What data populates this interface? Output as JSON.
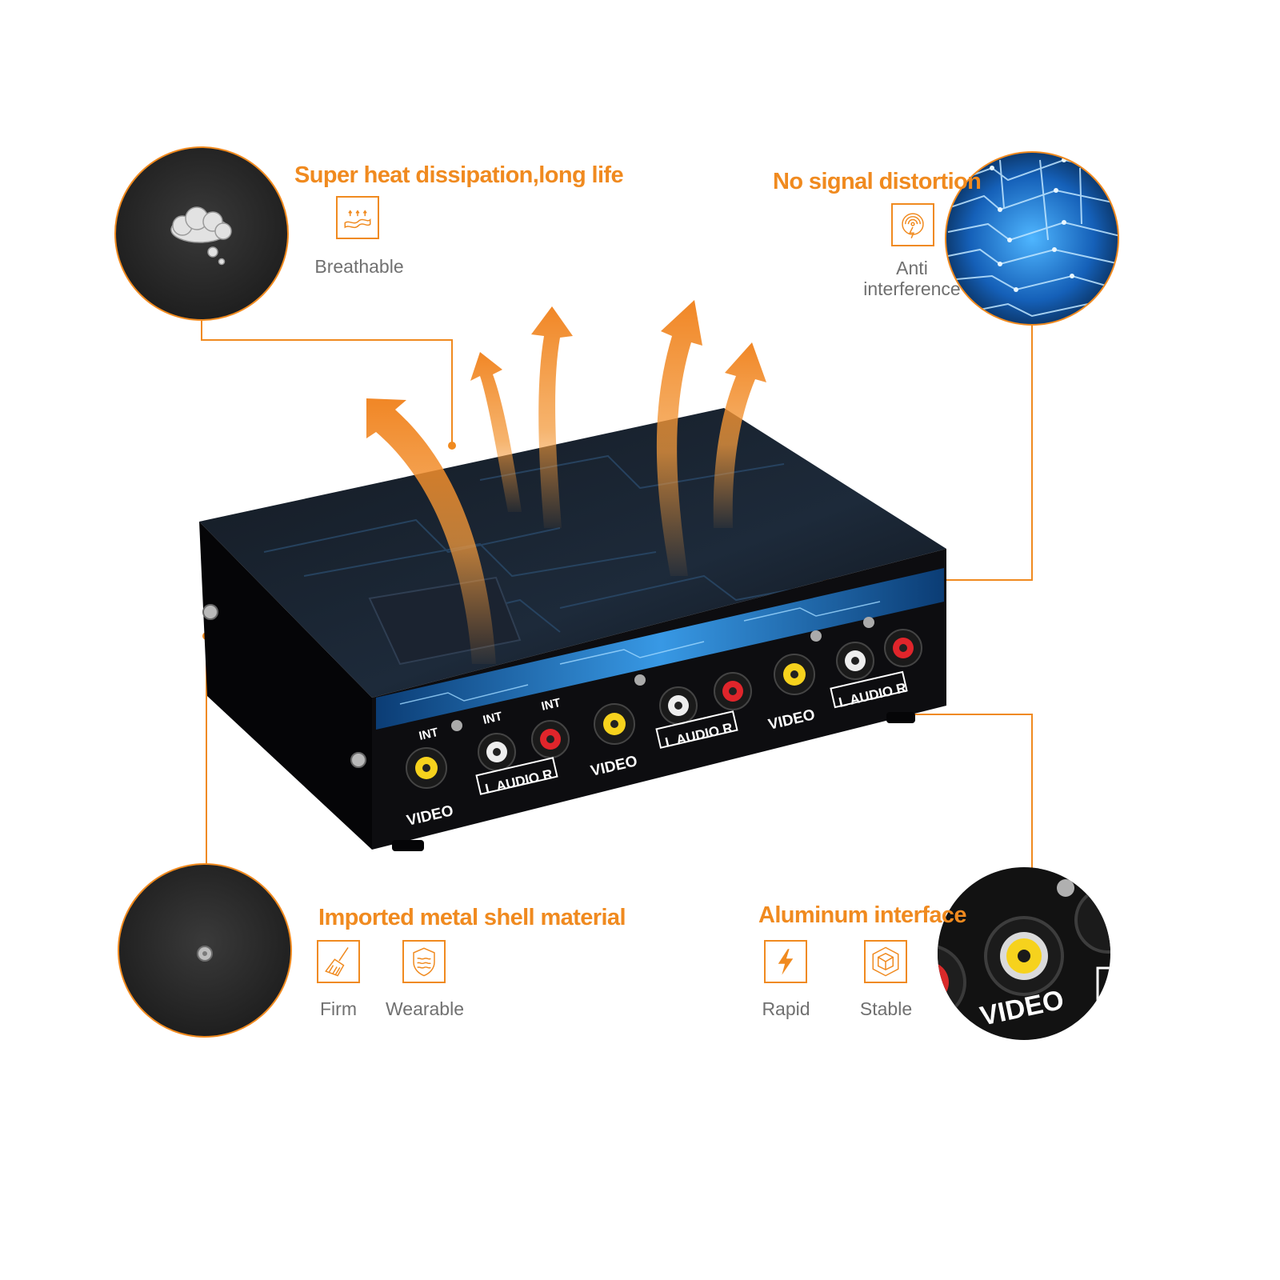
{
  "colors": {
    "accent": "#f08a1f",
    "label_gray": "#707070",
    "device_black": "#0d0d10",
    "circuit_blue": "#2f8fe0",
    "heat_orange": "#f39a3c"
  },
  "callouts": {
    "heat": {
      "title": "Super heat dissipation,long life",
      "icon": "breathable-icon",
      "label": "Breathable"
    },
    "signal": {
      "title": "No signal distortion",
      "icon": "anti-interference-icon",
      "label_line1": "Anti",
      "label_line2": "interference"
    },
    "shell": {
      "title": "Imported metal shell material",
      "features": [
        {
          "icon": "broom-icon",
          "label": "Firm"
        },
        {
          "icon": "wave-shield-icon",
          "label": "Wearable"
        }
      ]
    },
    "interface": {
      "title": "Aluminum interface",
      "features": [
        {
          "icon": "lightning-icon",
          "label": "Rapid"
        },
        {
          "icon": "cube-icon",
          "label": "Stable"
        }
      ]
    }
  },
  "device": {
    "port_groups": [
      {
        "int": "INT",
        "video": "VIDEO",
        "audio": "L  AUDIO R"
      },
      {
        "int": "INT",
        "video": "VIDEO",
        "audio": "L  AUDIO R"
      },
      {
        "int": "INT",
        "video": "VIDEO",
        "audio": "L  AUDIO R"
      }
    ],
    "zoom_label": "VIDEO"
  }
}
